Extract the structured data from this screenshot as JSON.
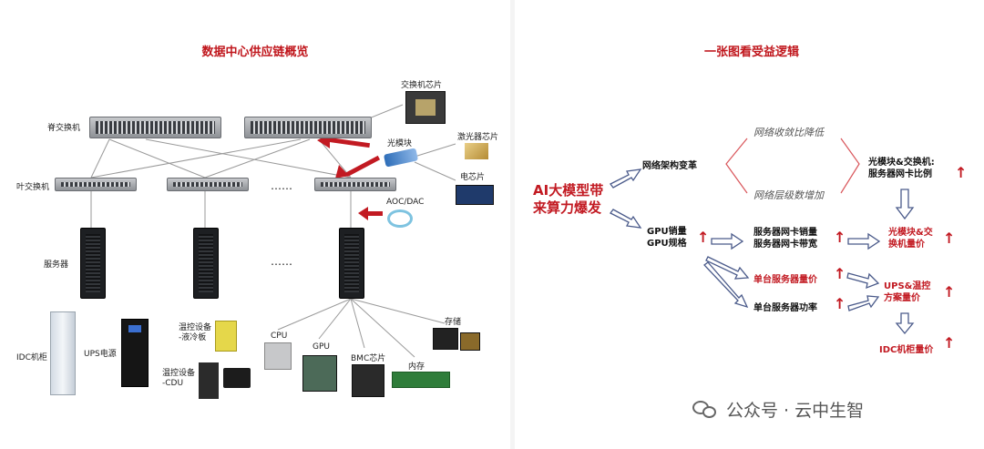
{
  "left": {
    "title": "数据中心供应链概览",
    "labels": {
      "spine": "脊交换机",
      "leaf": "叶交换机",
      "server": "服务器",
      "switch_chip": "交换机芯片",
      "optical_module": "光模块",
      "laser_chip": "激光器芯片",
      "electrical_chip": "电芯片",
      "aoc_dac": "AOC/DAC",
      "dots": "……",
      "idc_cabinet": "IDC机柜",
      "ups": "UPS电源",
      "cooling_plate": "温控设备\n-液冷板",
      "cooling_cdu": "温控设备\n-CDU",
      "cpu": "CPU",
      "gpu": "GPU",
      "bmc": "BMC芯片",
      "memory": "内存",
      "storage": "存储"
    }
  },
  "right": {
    "title": "一张图看受益逻辑",
    "source": "AI大模型带\n来算力爆发",
    "network_change": "网络架构变革",
    "convergence": "网络收敛比降低",
    "layers": "网络层级数增加",
    "optical_ratio": "光模块&交换机:\n服务器网卡比例",
    "gpu": "GPU销量\nGPU规格",
    "nic": "服务器网卡销量\n服务器网卡带宽",
    "optical_price": "光模块&交\n换机量价",
    "server_price": "单台服务器量价",
    "server_power": "单台服务器功率",
    "ups_cooling": "UPS&温控\n方案量价",
    "idc_price": "IDC机柜量价"
  },
  "footer": {
    "account": "公众号 · 云中生智"
  },
  "colors": {
    "title_red": "#c0161c",
    "arrow_red": "#c21a22",
    "line_gray": "#888888"
  }
}
